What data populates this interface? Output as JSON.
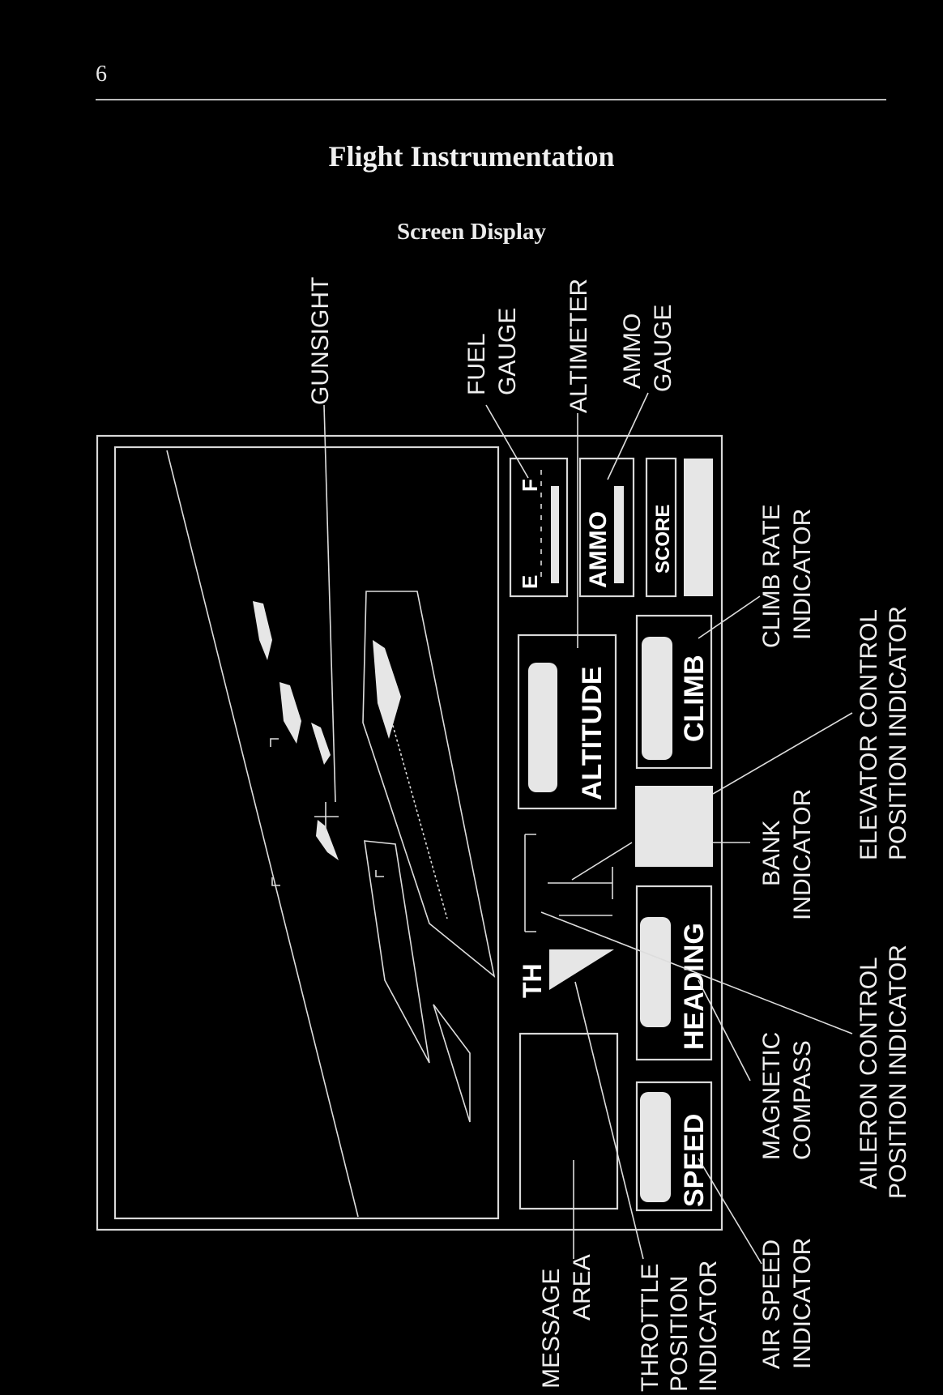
{
  "page": {
    "number": "6",
    "title": "Flight Instrumentation",
    "subtitle": "Screen Display"
  },
  "callouts": {
    "gunsight": "GUNSIGHT",
    "fuel_gauge": [
      "FUEL",
      "GAUGE"
    ],
    "altimeter": "ALTIMETER",
    "ammo_gauge": [
      "AMMO",
      "GAUGE"
    ],
    "climb_rate_indicator": [
      "CLIMB RATE",
      "INDICATOR"
    ],
    "elevator_control_position_indicator": [
      "ELEVATOR CONTROL",
      "POSITION INDICATOR"
    ],
    "bank_indicator": [
      "BANK",
      "INDICATOR"
    ],
    "aileron_control_position_indicator": [
      "AILERON CONTROL",
      "POSITION INDICATOR"
    ],
    "magnetic_compass": [
      "MAGNETIC",
      "COMPASS"
    ],
    "air_speed_indicator": [
      "AIR SPEED",
      "INDICATOR"
    ],
    "message_area": [
      "MESSAGE",
      "AREA"
    ],
    "throttle_position_indicator": [
      "THROTTLE",
      "POSITION",
      "INDICATOR"
    ]
  },
  "instruments": {
    "fuel_empty": "E",
    "fuel_full": "F",
    "ammo": "AMMO",
    "score": "SCORE",
    "altitude": "ALTITUDE",
    "climb": "CLIMB",
    "throttle": "TH",
    "heading": "HEADING",
    "speed": "SPEED"
  }
}
